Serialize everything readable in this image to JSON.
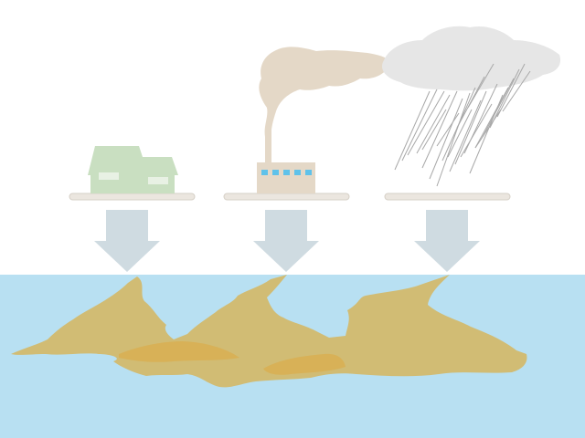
{
  "colors": {
    "background": "#ffffff",
    "water": "#b8e0f2",
    "pollution": "#d1bc74",
    "pollution_dark": "#d9ad4e",
    "platform": "#ebe6df",
    "platform_edge": "#d6d0c7",
    "arrow": "#cfdbe1",
    "house": "#c9dfc1",
    "house_window": "#e8f1e4",
    "factory": "#e4d8c7",
    "factory_window": "#5fc2ea",
    "smoke": "#e4d8c7",
    "cloud": "#e6e6e6",
    "rain": "#a8a8a8"
  },
  "sources": [
    {
      "name": "house-source",
      "icon": "house-icon"
    },
    {
      "name": "factory-source",
      "icon": "factory-icon"
    },
    {
      "name": "rain-source",
      "icon": "rain-cloud-icon"
    }
  ]
}
